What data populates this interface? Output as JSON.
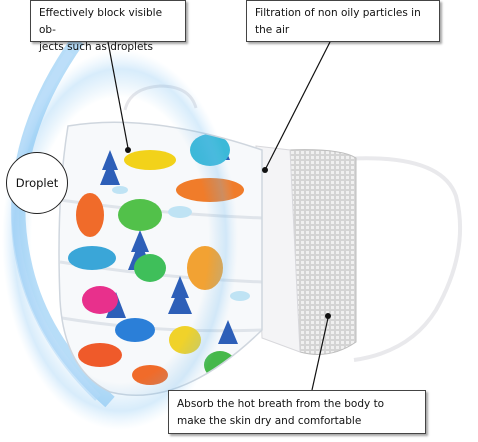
{
  "callouts": {
    "top_left": {
      "line1": "Effectively block visible ob-",
      "line2": "jects such as droplets"
    },
    "top_right": {
      "line1": "Filtration of non oily particles in",
      "line2": "the air"
    },
    "bottom": {
      "line1": "Absorb the hot breath from the body to",
      "line2": "make the skin dry and comfortable"
    }
  },
  "droplet_label": "Droplet",
  "colors": {
    "mask_blue_glow": "#5fb0e8",
    "ear_loop": "#e9e9ec",
    "mesh": "#b8b8b8",
    "pleat_white": "#f4f4f6"
  },
  "icons": [
    "dinosaur-print",
    "pine-tree-print",
    "cloud-print"
  ]
}
